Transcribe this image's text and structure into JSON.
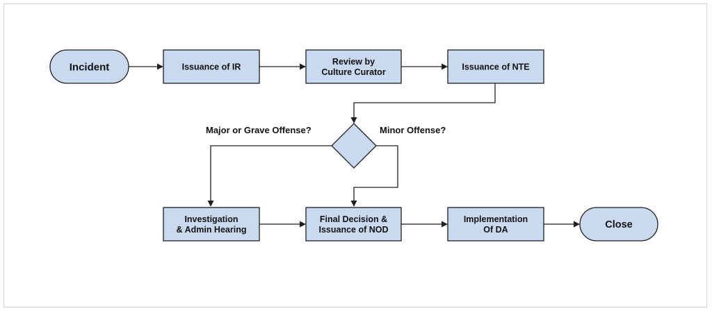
{
  "diagram": {
    "nodes": {
      "incident": {
        "lines": [
          "Incident"
        ]
      },
      "issuance_ir": {
        "lines": [
          "Issuance of IR"
        ]
      },
      "review": {
        "lines": [
          "Review by",
          "Culture Curator"
        ]
      },
      "issuance_nte": {
        "lines": [
          "Issuance of NTE"
        ]
      },
      "decision": {
        "lines": []
      },
      "investigation": {
        "lines": [
          "Investigation",
          "& Admin Hearing"
        ]
      },
      "final_decision": {
        "lines": [
          "Final Decision &",
          "Issuance of NOD"
        ]
      },
      "implementation": {
        "lines": [
          "Implementation",
          "Of DA"
        ]
      },
      "close": {
        "lines": [
          "Close"
        ]
      }
    },
    "edge_labels": {
      "major": "Major or Grave Offense?",
      "minor": "Minor Offense?"
    }
  }
}
